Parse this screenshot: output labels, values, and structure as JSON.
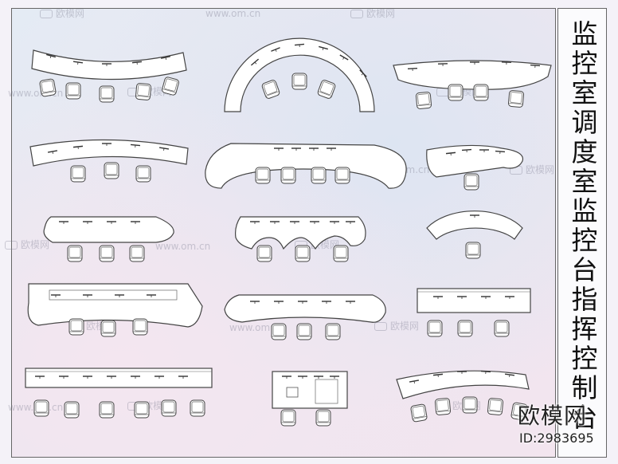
{
  "title": "监控室调度室监控台指挥控制台",
  "brand": {
    "name": "欧模网",
    "id_text": "ID:2983695"
  },
  "watermark": {
    "text": "欧模网",
    "url": "www.om.cn"
  },
  "colors": {
    "line": "#444444",
    "desk_fill": "#ffffff",
    "chair_fill": "#ffffff",
    "text": "#111111"
  },
  "icons": [
    "office-chair-icon",
    "monitor-icon",
    "brand-logo-icon"
  ]
}
